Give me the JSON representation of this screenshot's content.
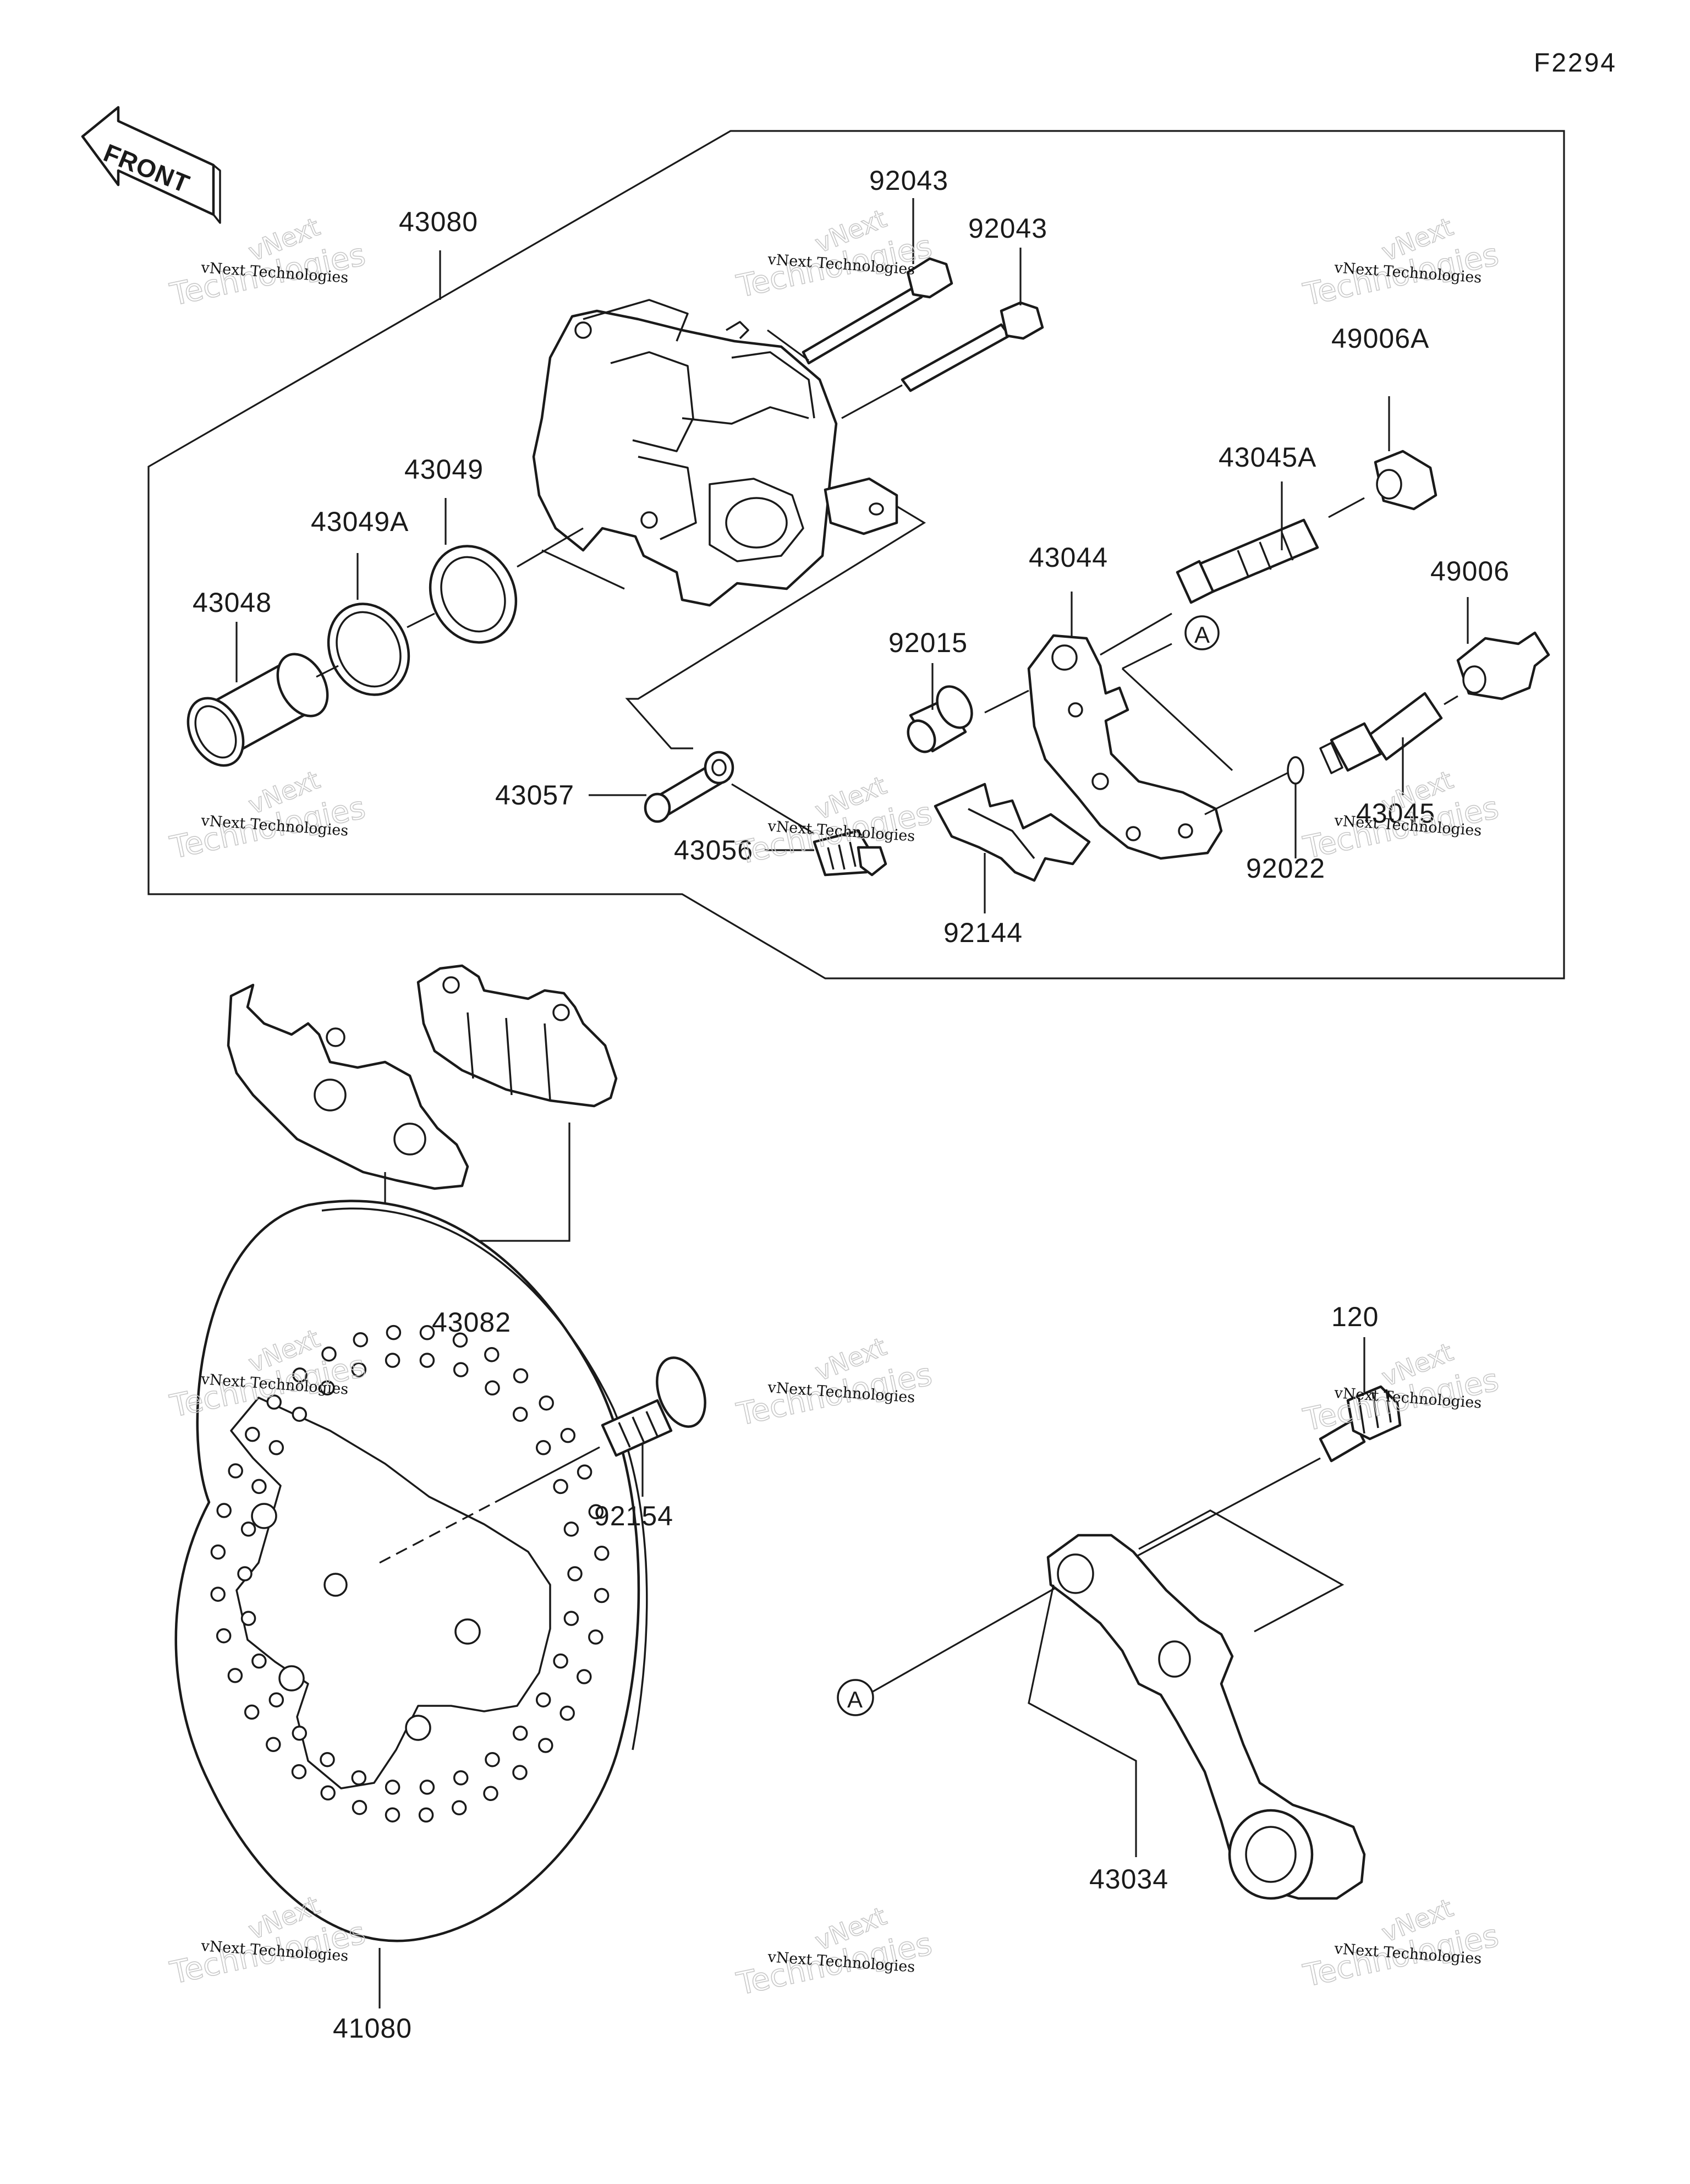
{
  "figure_code": "F2294",
  "front_label": "FRONT",
  "reference_mark": "A",
  "watermark": {
    "line1": "vNext Technologies",
    "line2": "Technologies",
    "line3": "vNext"
  },
  "parts": {
    "p43080": "43080",
    "p92043a": "92043",
    "p92043b": "92043",
    "p49006A": "49006A",
    "p43045A": "43045A",
    "p43049": "43049",
    "p43049A": "43049A",
    "p43048": "43048",
    "p43044": "43044",
    "p92015": "92015",
    "p49006": "49006",
    "p43057": "43057",
    "p43056": "43056",
    "p92144": "92144",
    "p92022": "92022",
    "p43045": "43045",
    "p43082": "43082",
    "p120": "120",
    "p92154": "92154",
    "p43034": "43034",
    "p41080": "41080"
  }
}
